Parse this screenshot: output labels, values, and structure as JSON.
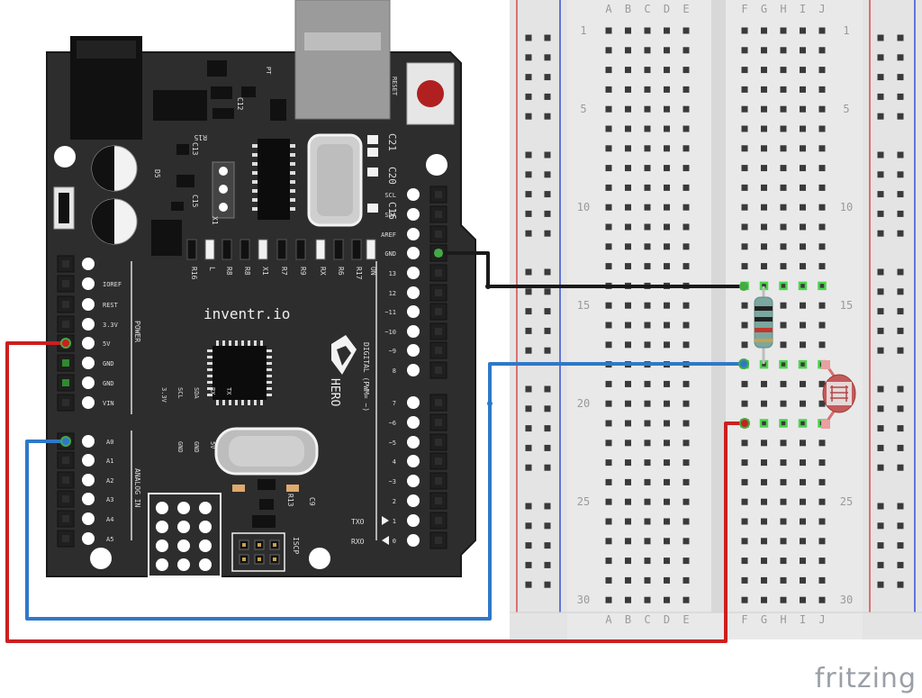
{
  "board": {
    "brand_label": "inventr.io",
    "hero_label": "HERO",
    "reset_label": "RESET",
    "power_section_label": "POWER",
    "analog_section_label": "ANALOG IN",
    "digital_section_label": "DIGITAL (PWM= ~)",
    "icsp_label": "ISCP",
    "power_pins": [
      "IOREF",
      "REST",
      "3.3V",
      "5V",
      "GND",
      "GND",
      "VIN"
    ],
    "analog_pins": [
      "A0",
      "A1",
      "A2",
      "A3",
      "A4",
      "A5"
    ],
    "digital_header_top": [
      "SCL",
      "SDA",
      "AREF",
      "GND",
      "13",
      "12",
      "~11",
      "~10",
      "~9",
      "8"
    ],
    "digital_header_bottom": [
      "7",
      "~6",
      "~5",
      "4",
      "~3",
      "2",
      "1",
      "0"
    ],
    "tx_label": "TXO",
    "rx_label": "RXO",
    "component_labels": [
      "C21",
      "C20",
      "C16",
      "R15",
      "C12",
      "C13",
      "C15",
      "D5",
      "X1",
      "PT",
      "R13",
      "C9"
    ],
    "led_labels": [
      "R16",
      "L",
      "R8",
      "R8",
      "X1",
      "R7",
      "R9",
      "RX",
      "R6",
      "R17",
      "ON"
    ],
    "mini_labels": [
      "3.3V",
      "SCL",
      "SDA",
      "RX",
      "TX",
      "5V",
      "GND",
      "GND"
    ]
  },
  "breadboard": {
    "columns_left": [
      "A",
      "B",
      "C",
      "D",
      "E"
    ],
    "columns_right": [
      "F",
      "G",
      "H",
      "I",
      "J"
    ],
    "row_numbers": [
      "1",
      "5",
      "10",
      "15",
      "20",
      "25",
      "30"
    ]
  },
  "parts": {
    "resistor": "resistor",
    "photoresistor": "photoresistor"
  },
  "wires": {
    "gnd_color": "#1a1a1a",
    "five_v_color": "#cc1f1f",
    "a0_color": "#2f78c8"
  },
  "footer": {
    "brand": "fritzing"
  }
}
